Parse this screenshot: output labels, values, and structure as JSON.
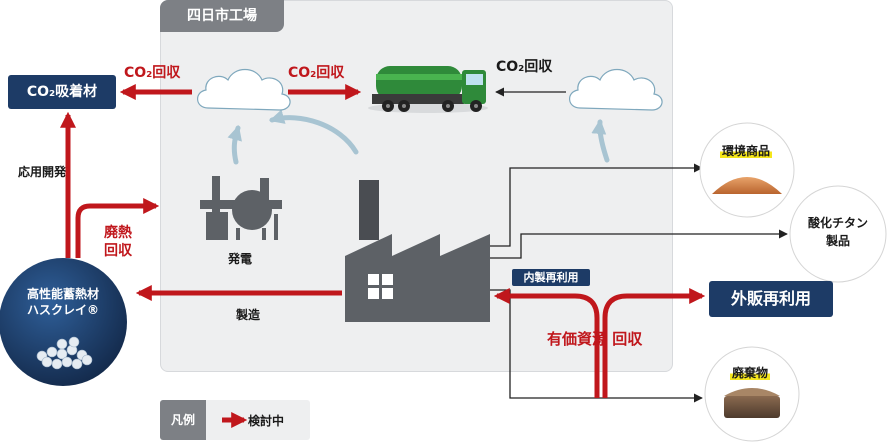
{
  "plant": {
    "title": "四日市工場"
  },
  "co2_absorbent": {
    "label": "CO₂吸着材"
  },
  "arrows": {
    "co2_recovery_left": "CO₂回収",
    "co2_recovery_right": "CO₂回収",
    "co2_recovery_black": "CO₂回収",
    "applied_development": "応用開発",
    "heat_recovery": [
      "廃熱",
      "回収"
    ],
    "power_generation": "発電",
    "manufacturing": "製造",
    "internal_reuse": "内製再利用",
    "valuable_resource": "有価資源 回収"
  },
  "heat_storage": {
    "line1": "高性能蓄熱材",
    "line2": "ハスクレイ®"
  },
  "outputs": {
    "env_products": "環境商品",
    "titanium_products": [
      "酸化チタン",
      "製品"
    ],
    "external_sale": "外販再利用",
    "waste": "廃棄物"
  },
  "legend": {
    "key": "凡例",
    "item": "検討中"
  },
  "colors": {
    "red": "#c0171c",
    "navy": "#1d3b66",
    "plant_bg": "#eeeff0",
    "plant_title_bg": "#7d8085",
    "cloud_arrow": "#a8c4d2",
    "factory_gray": "#5d6166"
  }
}
